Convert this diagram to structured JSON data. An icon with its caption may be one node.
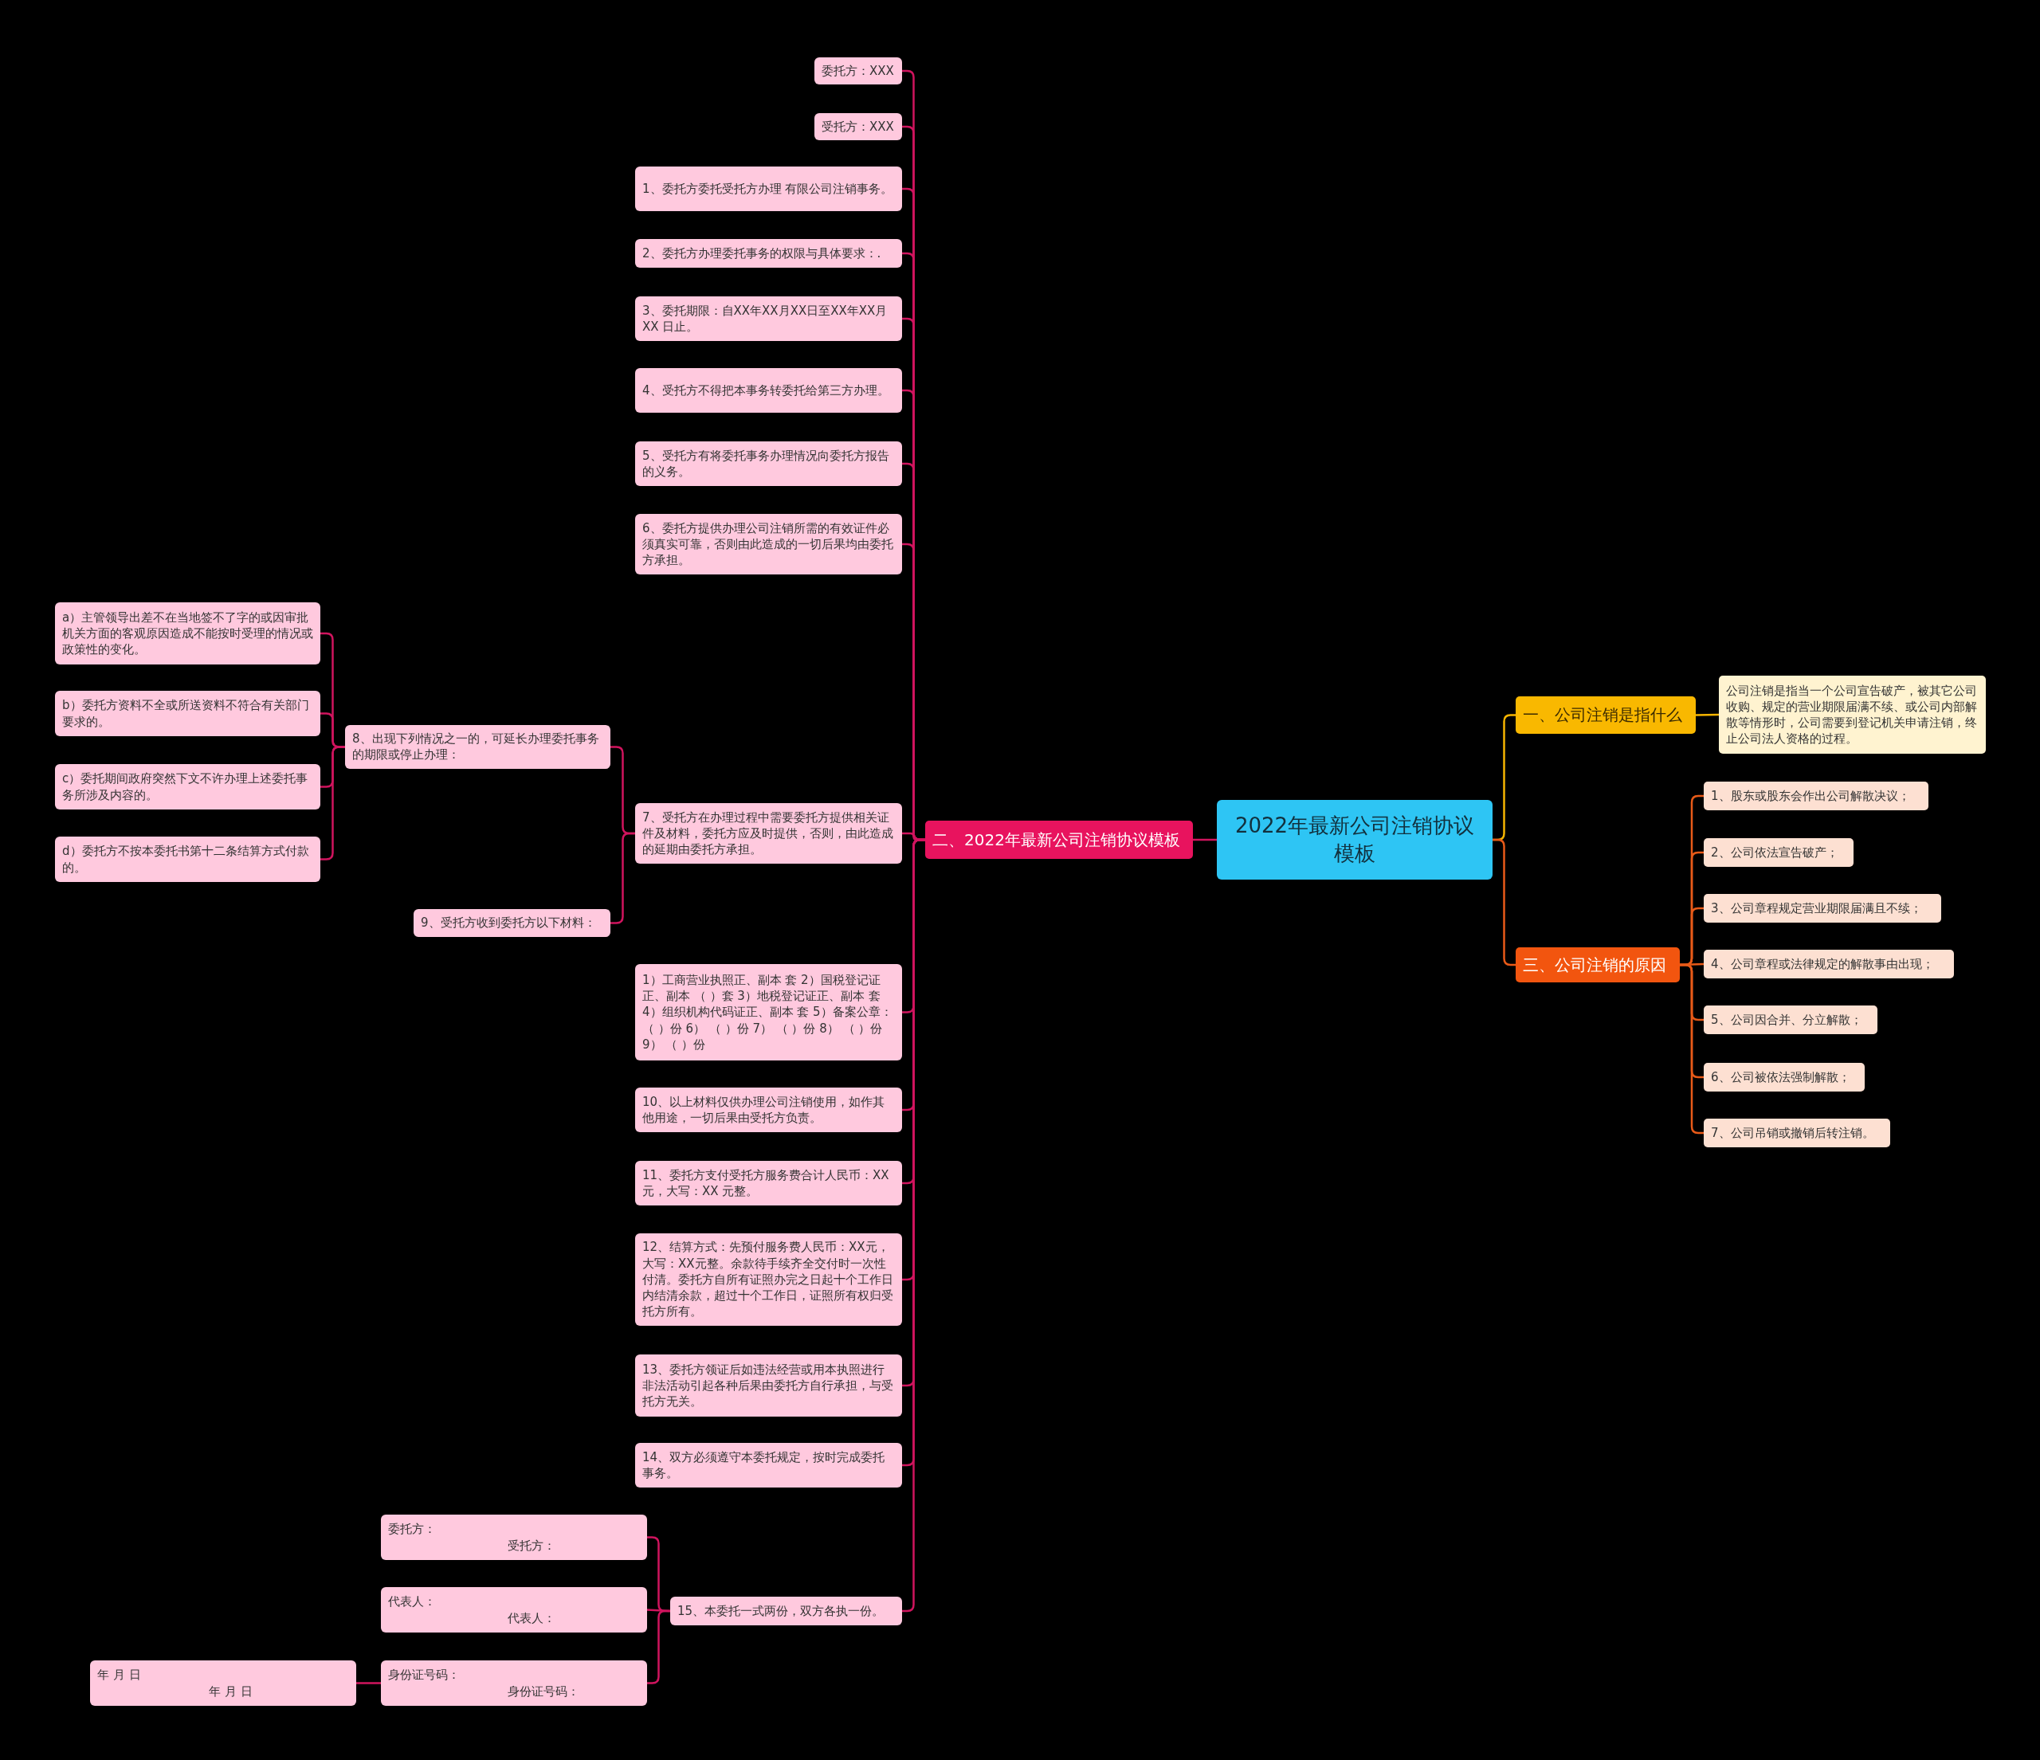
{
  "diagram": {
    "nodes": [
      {
        "text": [
          "2022年最新公司注销协议模板"
        ]
      },
      {
        "text": [
          "一、公司注销是指什么"
        ]
      },
      {
        "text": [
          "公司注销是指当一个公司宣告破产，被其它公司收购、规定的营业期限届满不续、或公司内部解散等情形时，公司需要到登记机关申请注销，终止公司法人资格的过程。"
        ]
      },
      {
        "text": [
          "三、公司注销的原因"
        ]
      },
      {
        "text": [
          "1、股东或股东会作出公司解散决议；"
        ]
      },
      {
        "text": [
          "2、公司依法宣告破产；"
        ]
      },
      {
        "text": [
          "3、公司章程规定营业期限届满且不续；"
        ]
      },
      {
        "text": [
          "4、公司章程或法律规定的解散事由出现；"
        ]
      },
      {
        "text": [
          "5、公司因合并、分立解散；"
        ]
      },
      {
        "text": [
          "6、公司被依法强制解散；"
        ]
      },
      {
        "text": [
          "7、公司吊销或撤销后转注销。"
        ]
      },
      {
        "text": [
          "二、2022年最新公司注销协议模板"
        ]
      },
      {
        "text": [
          "委托方：XXX"
        ]
      },
      {
        "text": [
          "受托方：XXX"
        ]
      },
      {
        "text": [
          "1、委托方委托受托方办理 有限公司注销事务。"
        ]
      },
      {
        "text": [
          "2、委托方办理委托事务的权限与具体要求：."
        ]
      },
      {
        "text": [
          "3、委托期限：自XX年XX月XX日至XX年XX月 XX 日止。"
        ]
      },
      {
        "text": [
          "4、受托方不得把本事务转委托给第三方办理。"
        ]
      },
      {
        "text": [
          "5、受托方有将委托事务办理情况向委托方报告的义务。"
        ]
      },
      {
        "text": [
          "6、委托方提供办理公司注销所需的有效证件必须真实可靠，否则由此造成的一切后果均由委托方承担。"
        ]
      },
      {
        "text": [
          "7、受托方在办理过程中需要委托方提供相关证件及材料，委托方应及时提供，否则，由此造成的延期由委托方承担。"
        ]
      },
      {
        "text": [
          "8、出现下列情况之一的，可延长办理委托事务的期限或停止办理："
        ]
      },
      {
        "text": [
          "a）主管领导出差不在当地签不了字的或因审批机关方面的客观原因造成不能按时受理的情况或政策性的变化。"
        ]
      },
      {
        "text": [
          "b）委托方资料不全或所送资料不符合有关部门要求的。"
        ]
      },
      {
        "text": [
          "c）委托期间政府突然下文不许办理上述委托事务所涉及内容的。"
        ]
      },
      {
        "text": [
          "d）委托方不按本委托书第十二条结算方式付款的。"
        ]
      },
      {
        "text": [
          "9、受托方收到委托方以下材料："
        ]
      },
      {
        "text": [
          "1）工商营业执照正、副本 套 2）国税登记证正、副本 （ ）套 3）地税登记证正、副本 套 4）组织机构代码证正、副本 套 5）备案公章：（ ）份 6） （ ）份 7） （ ）份 8） （ ）份 9） （ ）份"
        ]
      },
      {
        "text": [
          "10、以上材料仅供办理公司注销使用，如作其他用途，一切后果由受托方负责。"
        ]
      },
      {
        "text": [
          "11、委托方支付受托方服务费合计人民币：XX 元，大写：XX 元整。"
        ]
      },
      {
        "text": [
          "12、结算方式：先预付服务费人民币：XX元，大写：XX元整。余款待手续齐全交付时一次性付清。委托方自所有证照办完之日起十个工作日内结清余款，超过十个工作日，证照所有权归受托方所有。"
        ]
      },
      {
        "text": [
          "13、委托方领证后如违法经营或用本执照进行非法活动引起各种后果由委托方自行承担，与受托方无关。"
        ]
      },
      {
        "text": [
          "14、双方必须遵守本委托规定，按时完成委托事务。"
        ]
      },
      {
        "text": [
          "15、本委托一式两份，双方各执一份。"
        ]
      },
      {
        "text": [
          "委托方：",
          "受托方："
        ]
      },
      {
        "text": [
          "代表人：",
          "代表人："
        ]
      },
      {
        "text": [
          "身份证号码：",
          "身份证号码："
        ]
      },
      {
        "text": [
          "年 月 日",
          "年 月 日"
        ]
      }
    ],
    "edges": [
      {
        "from": 0,
        "to": 1,
        "arrow": "none",
        "color": "#f5b400"
      },
      {
        "from": 1,
        "to": 2,
        "arrow": "none",
        "color": "#f5b400"
      },
      {
        "from": 0,
        "to": 3,
        "arrow": "none",
        "color": "#e85a18"
      },
      {
        "from": 3,
        "to": 4,
        "arrow": "none",
        "color": "#e85a18"
      },
      {
        "from": 3,
        "to": 5,
        "arrow": "none",
        "color": "#e85a18"
      },
      {
        "from": 3,
        "to": 6,
        "arrow": "none",
        "color": "#e85a18"
      },
      {
        "from": 3,
        "to": 7,
        "arrow": "none",
        "color": "#e85a18"
      },
      {
        "from": 3,
        "to": 8,
        "arrow": "none",
        "color": "#e85a18"
      },
      {
        "from": 3,
        "to": 9,
        "arrow": "none",
        "color": "#e85a18"
      },
      {
        "from": 3,
        "to": 10,
        "arrow": "none",
        "color": "#e85a18"
      },
      {
        "from": 0,
        "to": 11,
        "arrow": "none"
      },
      {
        "from": 11,
        "to": 12,
        "arrow": "none"
      },
      {
        "from": 11,
        "to": 13,
        "arrow": "none"
      },
      {
        "from": 11,
        "to": 14,
        "arrow": "none"
      },
      {
        "from": 11,
        "to": 15,
        "arrow": "none"
      },
      {
        "from": 11,
        "to": 16,
        "arrow": "none"
      },
      {
        "from": 11,
        "to": 17,
        "arrow": "none"
      },
      {
        "from": 11,
        "to": 18,
        "arrow": "none"
      },
      {
        "from": 11,
        "to": 19,
        "arrow": "none"
      },
      {
        "from": 11,
        "to": 20,
        "arrow": "none"
      },
      {
        "from": 20,
        "to": 21,
        "arrow": "none"
      },
      {
        "from": 21,
        "to": 22,
        "arrow": "none"
      },
      {
        "from": 21,
        "to": 23,
        "arrow": "none"
      },
      {
        "from": 21,
        "to": 24,
        "arrow": "none"
      },
      {
        "from": 21,
        "to": 25,
        "arrow": "none"
      },
      {
        "from": 20,
        "to": 26,
        "arrow": "none"
      },
      {
        "from": 11,
        "to": 27,
        "arrow": "none"
      },
      {
        "from": 11,
        "to": 28,
        "arrow": "none"
      },
      {
        "from": 11,
        "to": 29,
        "arrow": "none"
      },
      {
        "from": 11,
        "to": 30,
        "arrow": "none"
      },
      {
        "from": 11,
        "to": 31,
        "arrow": "none"
      },
      {
        "from": 11,
        "to": 32,
        "arrow": "none"
      },
      {
        "from": 11,
        "to": 33,
        "arrow": "none"
      },
      {
        "from": 33,
        "to": 34,
        "arrow": "none"
      },
      {
        "from": 33,
        "to": 35,
        "arrow": "none"
      },
      {
        "from": 33,
        "to": 36,
        "arrow": "none"
      },
      {
        "from": 36,
        "to": 37,
        "arrow": "none"
      }
    ]
  }
}
